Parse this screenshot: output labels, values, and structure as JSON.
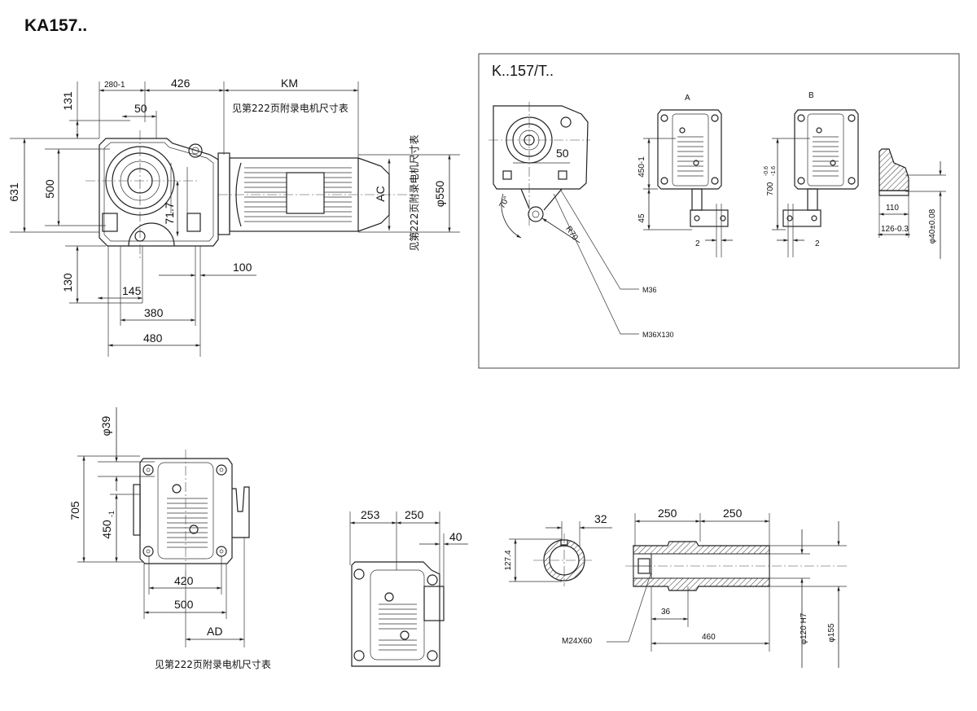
{
  "title": "KA157..",
  "main_view": {
    "dim_280": "280-1",
    "dim_426": "426",
    "dim_km": "KM",
    "motor_note": "见第222页附录电机尺寸表",
    "dim_131": "131",
    "dim_50": "50",
    "dim_631": "631",
    "dim_500": "500",
    "dim_71_7": "71.7",
    "dim_ac": "AC",
    "motor_note_vertical": "见第222页附录电机尺寸表",
    "dim_phi550": "φ550",
    "dim_100": "100",
    "dim_130": "130",
    "dim_145": "145",
    "dim_380": "380",
    "dim_480": "480"
  },
  "torque_arm_box": {
    "title": "K..157/T..",
    "dim_50": "50",
    "angle": "70°",
    "radius": "R70",
    "view_a_label": "A",
    "view_b_label": "B",
    "dim_450": "450-1",
    "dim_45": "45",
    "dim_2_a": "2",
    "dim_700": "700",
    "dim_700_tol_upper": "-0.6",
    "dim_700_tol_lower": "-1.6",
    "dim_2_b": "2",
    "dim_110": "110",
    "dim_126": "126-0.3",
    "dim_phi40": "φ40±0.08",
    "bolt_label": "M36",
    "bolt_length_label": "M36X130"
  },
  "flange_view": {
    "dim_phi39": "φ39",
    "dim_705": "705",
    "dim_450": "450",
    "dim_450_tol": "-1",
    "dim_420": "420",
    "dim_500": "500",
    "dim_ad": "AD",
    "motor_note": "见第222页附录电机尺寸表"
  },
  "end_view": {
    "dim_253": "253",
    "dim_250": "250",
    "dim_40": "40"
  },
  "shaft_detail": {
    "dim_32": "32",
    "dim_127_4": "127.4",
    "dim_250_left": "250",
    "dim_250_right": "250",
    "dim_36": "36",
    "dim_460": "460",
    "thread_label": "M24X60",
    "dim_phi120": "φ120 H7",
    "dim_phi155": "φ155"
  }
}
